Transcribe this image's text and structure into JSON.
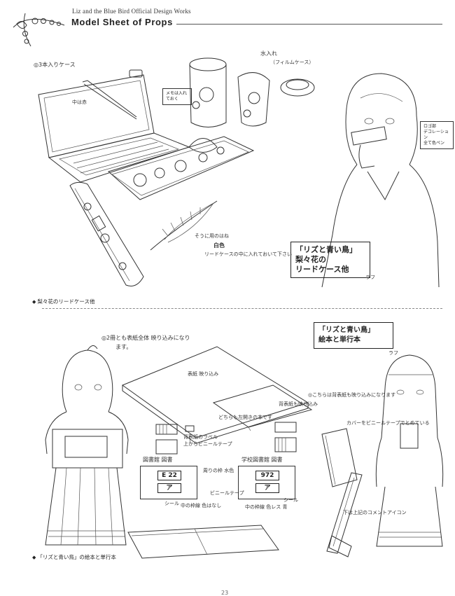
{
  "header": {
    "subtitle": "Liz and the Blue Bird  Official Design Works",
    "title": "Model Sheet of Props"
  },
  "section1": {
    "caption": "梨々花のリードケース他",
    "notes": {
      "case_label": "◎3本入りケース",
      "water_case": "水入れ",
      "film_case": "（フィルムケース）",
      "inner_label": "中は赤",
      "small_box": "メモは入れておく",
      "logo_note": [
        "ロゴ部",
        "デコレーション",
        "全て色ペン"
      ],
      "feather_1": "そうに用のはね",
      "feather_2": "白色",
      "feather_3": "リードケースの中に入れておいて下さい"
    },
    "title_box": [
      "「リズと青い鳥」",
      "梨々花の",
      "リードケース他"
    ],
    "title_box_suffix": "ラフ"
  },
  "section2": {
    "caption": "「リズと青い鳥」の絵本と単行本",
    "notes": {
      "cover_note_1": "◎2冊とも表紙全体 映り込みになり",
      "cover_note_2": "ます。",
      "cover_label": "表紙 映り込み",
      "spine_note": "どちらも左開きの本です",
      "right_note": "◎こちらは背表紙も映り込みになります",
      "back_label": "背表紙も映り込み",
      "tape_note_1": "背表紙のラベル",
      "tape_note_2": "上からビニールテープ",
      "tape_note_3": "ビニールテープ",
      "library_left": "図書館 図書",
      "library_right": "学校図書館 図書",
      "label_left": "E 22",
      "label_left_kana": "ア",
      "label_right": "972",
      "label_right_kana": "ア",
      "inner_note_1": "周りの枠 水色",
      "inner_note_2": "中の枠線 色はなし",
      "inner_note_3": "中の枠線 色レス 青",
      "seal_note_1": "シール",
      "seal_note_2": "シール",
      "cover_vinyl": "カバーをビニールテープでとめている",
      "under_note": "下は上記のコメントアイコン"
    },
    "title_box": [
      "「リズと青い鳥」",
      "絵本と単行本"
    ],
    "title_box_suffix": "ラフ"
  },
  "page_number": "23"
}
